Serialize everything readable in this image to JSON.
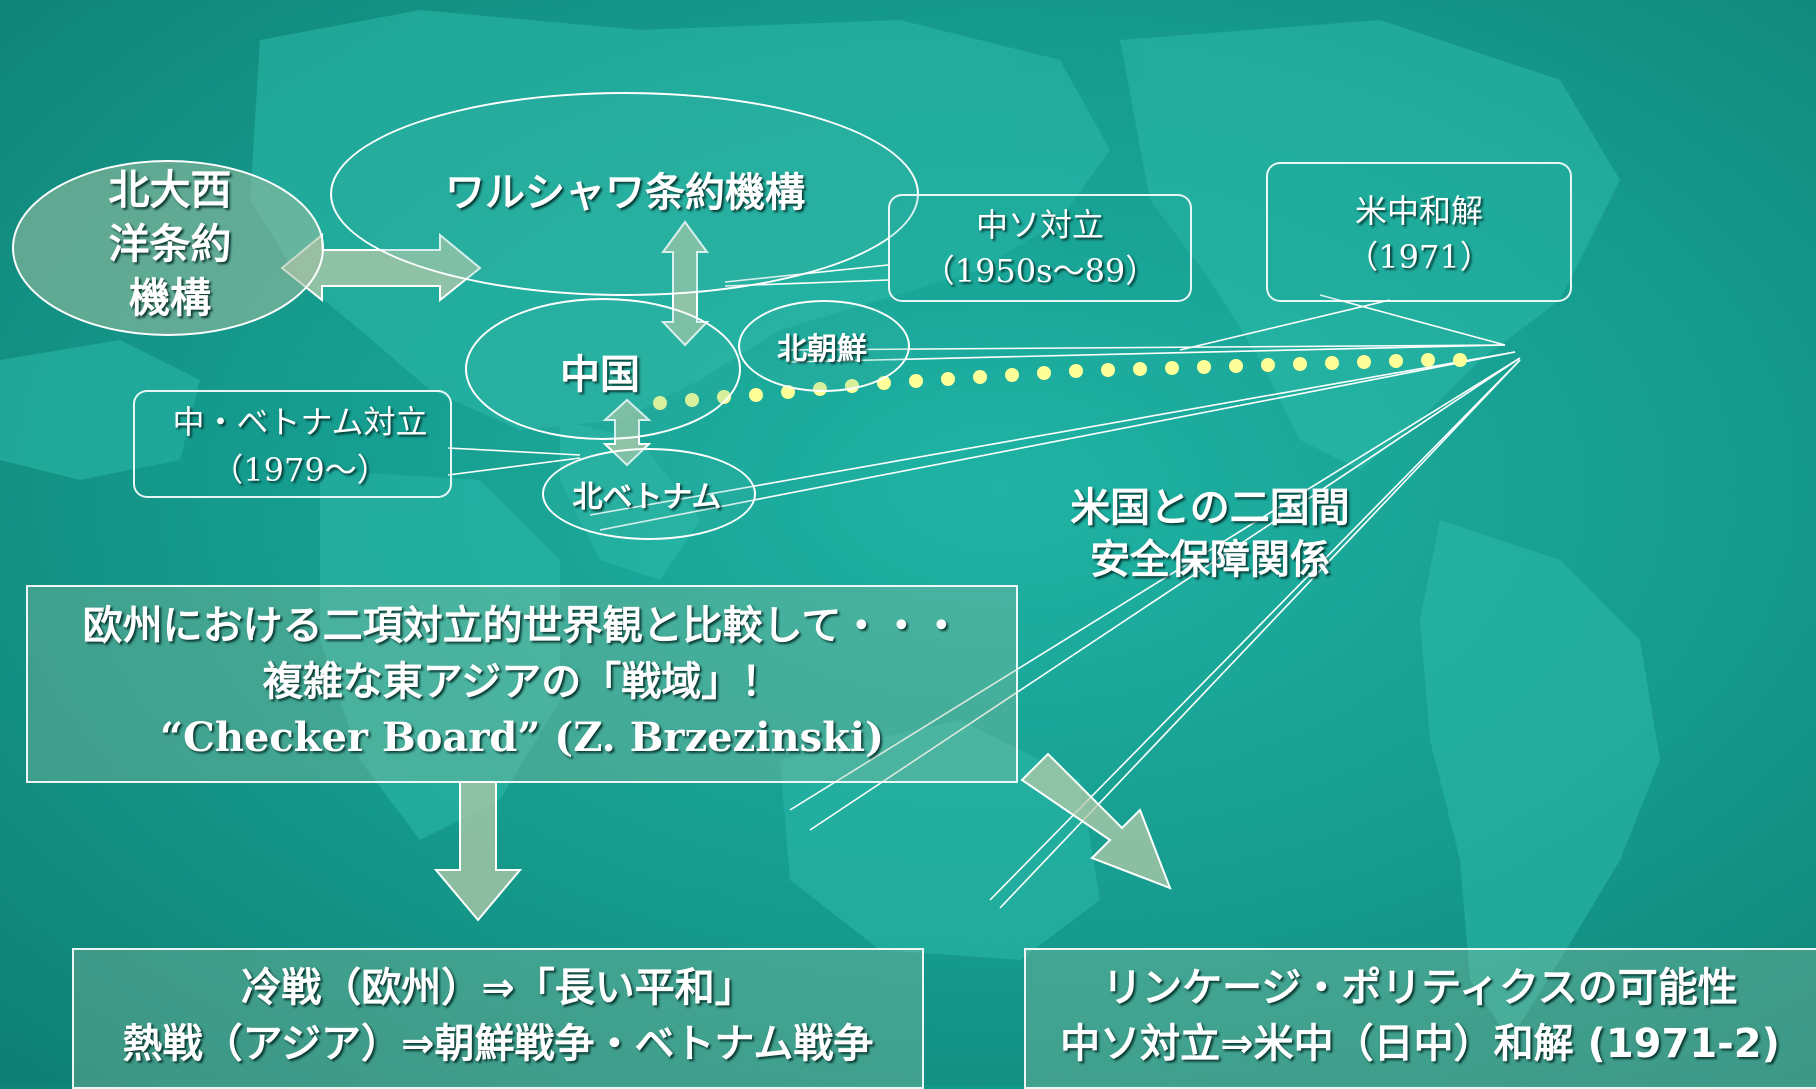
{
  "nodes": {
    "nato": {
      "line1": "北大西",
      "line2": "洋条約",
      "line3": "機構"
    },
    "warsaw": {
      "label": "ワルシャワ条約機構"
    },
    "china": {
      "label": "中国"
    },
    "north_korea": {
      "label": "北朝鮮"
    },
    "north_vietnam": {
      "label": "北ベトナム"
    }
  },
  "callouts": {
    "sino_soviet": {
      "line1": "中ソ対立",
      "line2": "（1950s～89）"
    },
    "us_china": {
      "line1": "米中和解",
      "line2": "（1971）"
    },
    "china_vietnam": {
      "line1": "中・ベトナム対立",
      "line2": "（1979～）"
    }
  },
  "us_security": {
    "line1": "米国との二国間",
    "line2": "安全保障関係"
  },
  "summary": {
    "line1": "欧州における二項対立的世界観と比較して・・・",
    "line2": "複雑な東アジアの「戦域」！",
    "line3": "“Checker Board” (Z. Brzezinski)"
  },
  "bottom_left": {
    "line1": "冷戦（欧州）⇒「長い平和」",
    "line2": "熱戦（アジア）⇒朝鮮戦争・ベトナム戦争"
  },
  "bottom_right": {
    "line1": "リンケージ・ポリティクスの可能性",
    "line2": "中ソ対立⇒米中（日中）和解 (1971-2)"
  },
  "colors": {
    "background": "#159a8c",
    "dotted_line": "#ffff99",
    "arrow_fill": "#b4c9a8"
  }
}
